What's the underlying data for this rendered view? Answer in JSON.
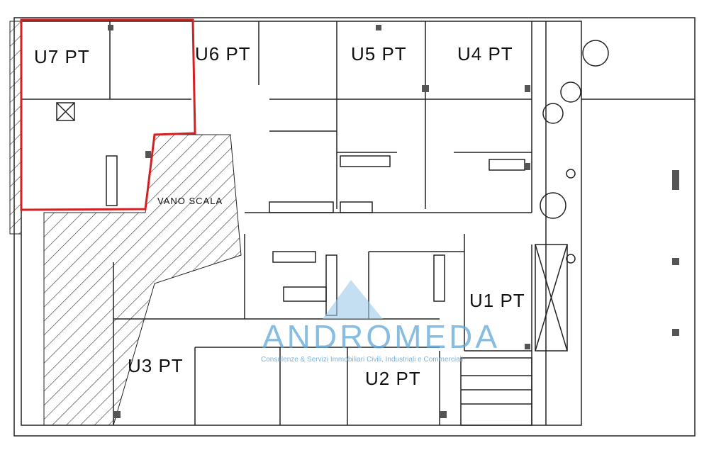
{
  "plan": {
    "units": [
      {
        "id": "u7",
        "label": "U7 PT",
        "highlighted": true
      },
      {
        "id": "u6",
        "label": "U6 PT"
      },
      {
        "id": "u5",
        "label": "U5 PT"
      },
      {
        "id": "u4",
        "label": "U4 PT"
      },
      {
        "id": "u1",
        "label": "U1 PT"
      },
      {
        "id": "u2",
        "label": "U2 PT"
      },
      {
        "id": "u3",
        "label": "U3 PT"
      }
    ],
    "stairwell_label": "VANO SCALA",
    "highlight_color": "#d42020"
  },
  "watermark": {
    "brand": "ANDROMEDA",
    "tagline": "Consulenze & Servizi Immobiliari Civili, Industriali e Commerciali"
  }
}
